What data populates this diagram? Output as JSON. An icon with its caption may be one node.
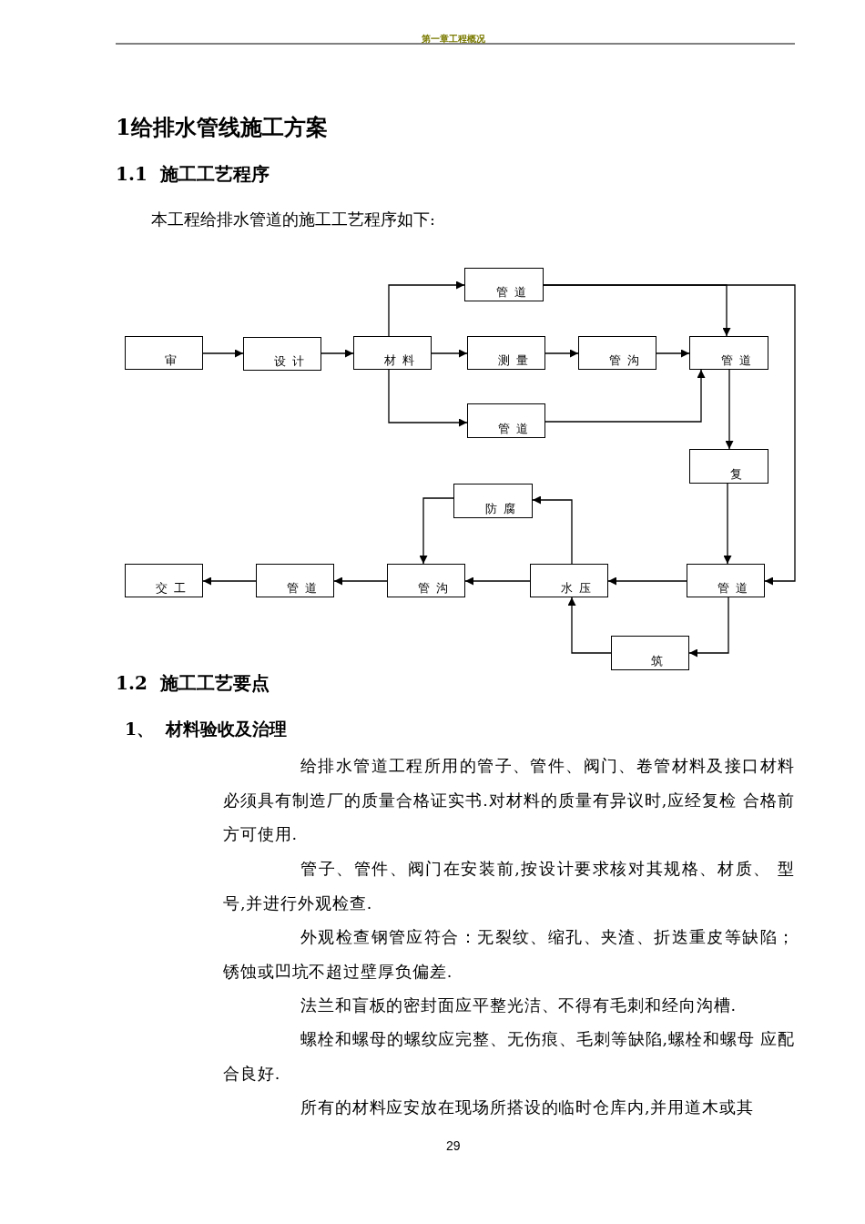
{
  "diagram": {
    "title": "1给排水管线施工方案",
    "nodes": [
      {
        "text": [
          "审"
        ]
      },
      {
        "text": [
          "设计"
        ]
      },
      {
        "text": [
          "材料"
        ]
      },
      {
        "text": [
          "管道"
        ]
      },
      {
        "text": [
          "测量"
        ]
      },
      {
        "text": [
          "管沟"
        ]
      },
      {
        "text": [
          "管道"
        ]
      },
      {
        "text": [
          "管道"
        ]
      },
      {
        "text": [
          "复"
        ]
      },
      {
        "text": [
          "防腐"
        ]
      },
      {
        "text": [
          "交工"
        ]
      },
      {
        "text": [
          "管道"
        ]
      },
      {
        "text": [
          "管沟"
        ]
      },
      {
        "text": [
          "水压"
        ]
      },
      {
        "text": [
          "管道"
        ]
      },
      {
        "text": [
          "筑"
        ]
      }
    ],
    "edges": [
      {
        "from": 0,
        "to": 1,
        "arrow": "to"
      },
      {
        "from": 1,
        "to": 2,
        "arrow": "to"
      },
      {
        "from": 2,
        "to": 3,
        "arrow": "to"
      },
      {
        "from": 2,
        "to": 4,
        "arrow": "to"
      },
      {
        "from": 2,
        "to": 7,
        "arrow": "to"
      },
      {
        "from": 4,
        "to": 5,
        "arrow": "to"
      },
      {
        "from": 5,
        "to": 6,
        "arrow": "to"
      },
      {
        "from": 3,
        "to": 6,
        "arrow": "to"
      },
      {
        "from": 3,
        "to": 14,
        "arrow": "to"
      },
      {
        "from": 7,
        "to": 6,
        "arrow": "to"
      },
      {
        "from": 6,
        "to": 8,
        "arrow": "to"
      },
      {
        "from": 8,
        "to": 14,
        "arrow": "to"
      },
      {
        "from": 14,
        "to": 13,
        "arrow": "to"
      },
      {
        "from": 13,
        "to": 12,
        "arrow": "to"
      },
      {
        "from": 12,
        "to": 11,
        "arrow": "to"
      },
      {
        "from": 11,
        "to": 10,
        "arrow": "to"
      },
      {
        "from": 13,
        "to": 9,
        "arrow": "to"
      },
      {
        "from": 9,
        "to": 12,
        "arrow": "to"
      },
      {
        "from": 14,
        "to": 15,
        "arrow": "to"
      },
      {
        "from": 15,
        "to": 13,
        "arrow": "to"
      }
    ],
    "labels": [
      "第一章工程概况",
      "1.1  施工工艺程序",
      "本工程给排水管道的施工工艺程序如下:",
      "1.2  施工工艺要点",
      "1、  材料验收及治理",
      "给排水管道工程所用的管子、管件、阀门、卷管材料及接口材料必须具有制造厂的质量合格证实书.对材料的质量有异议时,应经复检 合格前方可使用.",
      "管子、管件、阀门在安装前,按设计要求核对其规格、材质、 型号,并进行外观检查.",
      "外观检查钢管应符合：无裂纹、缩孔、夹渣、折迭重皮等缺陷；锈蚀或凹坑不超过壁厚负偏差.",
      "法兰和盲板的密封面应平整光洁、不得有毛刺和经向沟槽.",
      "螺栓和螺母的螺纹应完整、无伤痕、毛刺等缺陷,螺栓和螺母 应配合良好.",
      "所有的材料应安放在现场所搭设的临时仓库内,并用道木或其",
      "29"
    ]
  }
}
